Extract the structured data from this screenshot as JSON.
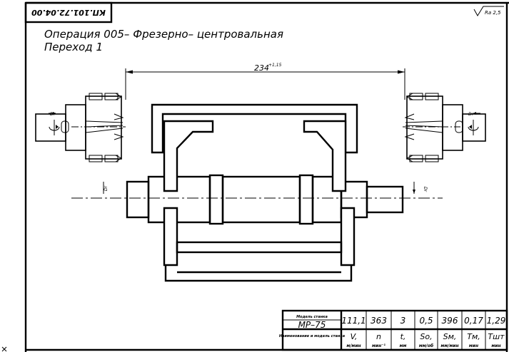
{
  "stamp": {
    "doc_code": "КП.101.72.04.00"
  },
  "roughness": {
    "symbol": "Ra 2,5"
  },
  "title": {
    "operation": "Операция 005– Фрезерно– центровальная",
    "transition": "Переход 1"
  },
  "dimension": {
    "value": "234",
    "tolerance": "+1,15"
  },
  "drive_labels": {
    "left_feed": "Dr",
    "right_feed": "Dr",
    "left_vertical": "Dr",
    "right_vertical": "Dr"
  },
  "table": {
    "machine_label": "Модель станка",
    "machine": "МР–75",
    "row_label": "Наименование и модель станка",
    "values": [
      "111,1",
      "363",
      "3",
      "0,5",
      "396",
      "0,17",
      "1,29"
    ],
    "headers": [
      {
        "sym": "V,",
        "unit": "м/мин"
      },
      {
        "sym": "n",
        "unit": "мин⁻¹"
      },
      {
        "sym": "t,",
        "unit": "мм"
      },
      {
        "sym": "So,",
        "unit": "мм/об"
      },
      {
        "sym": "Sм,",
        "unit": "мм/мин"
      },
      {
        "sym": "Tм,",
        "unit": "мин"
      },
      {
        "sym": "Tшт",
        "unit": "мин"
      }
    ]
  }
}
